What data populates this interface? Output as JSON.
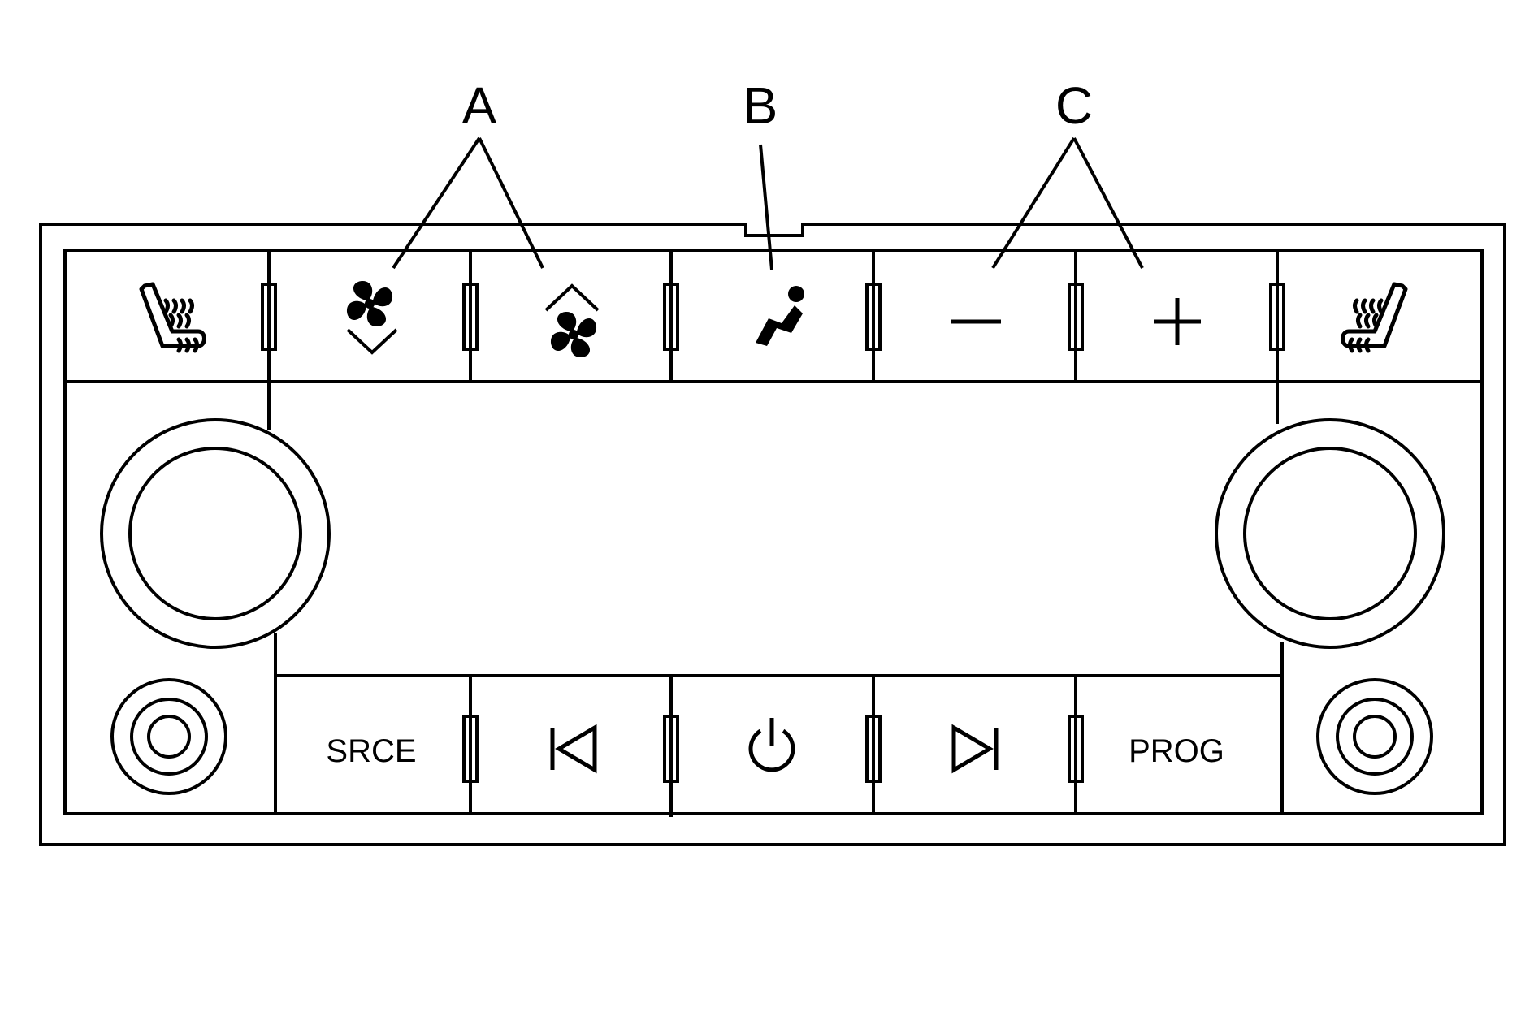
{
  "callouts": {
    "a": "A",
    "b": "B",
    "c": "C"
  },
  "top_row": [
    {
      "id": "left-seat-heat",
      "icon": "heated-seat-icon"
    },
    {
      "id": "fan-down",
      "icon": "fan-speed-down-icon"
    },
    {
      "id": "fan-up",
      "icon": "fan-speed-up-icon"
    },
    {
      "id": "air-mode",
      "icon": "air-delivery-mode-icon"
    },
    {
      "id": "temp-minus",
      "icon": "minus-icon"
    },
    {
      "id": "temp-plus",
      "icon": "plus-icon"
    },
    {
      "id": "right-seat-heat",
      "icon": "heated-seat-icon"
    }
  ],
  "bottom_row": {
    "source_label": "SRCE",
    "program_label": "PROG",
    "prev_icon": "seek-back-icon",
    "power_icon": "power-icon",
    "next_icon": "seek-forward-icon"
  },
  "colors": {
    "line": "#000000",
    "background": "#ffffff"
  }
}
